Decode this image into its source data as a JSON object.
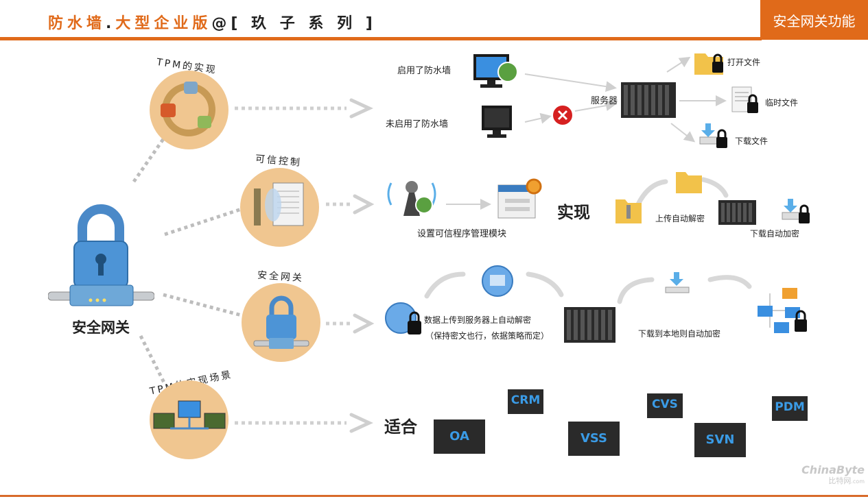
{
  "header": {
    "title_part1": "防水墙",
    "title_sep": ".",
    "title_part2": "大型企业版",
    "title_at": "@",
    "title_series": "[ 玖 子 系 列 ]",
    "badge": "安全网关功能"
  },
  "center": {
    "label": "安全网关"
  },
  "rows": {
    "tpm": {
      "label": "TPM的实现",
      "firewall_on": "启用了防水墙",
      "firewall_off": "未启用了防水墙",
      "server": "服务器",
      "open_file": "打开文件",
      "temp_file": "临时文件",
      "download_file": "下载文件"
    },
    "trusted": {
      "label": "可信控制",
      "module": "设置可信程序管理模块",
      "realize": "实现",
      "upload_decrypt": "上传自动解密",
      "download_encrypt": "下载自动加密"
    },
    "gateway": {
      "label": "安全网关",
      "upload_line1": "数据上传到服务器上自动解密",
      "upload_line2": "（保持密文也行，依据策略而定）",
      "download_local": "下载到本地则自动加密"
    },
    "scenario": {
      "label": "TPM的实现场景",
      "suitable": "适合",
      "systems": [
        "CRM",
        "CVS",
        "PDM",
        "OA",
        "VSS",
        "SVN"
      ]
    }
  },
  "watermark": {
    "name": "ChinaByte",
    "sub": "比特网",
    "domain": ".com"
  },
  "colors": {
    "accent": "#e06a1a",
    "circle": "#f0c690",
    "arrow": "#cfcfcf",
    "server_label": "#3a9be6"
  }
}
